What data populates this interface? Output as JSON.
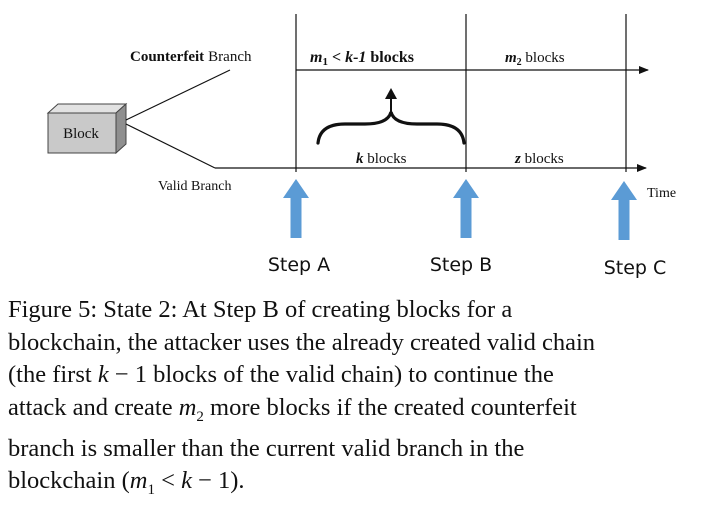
{
  "diagram": {
    "block_label": "Block",
    "counterfeit_bold": "Counterfeit",
    "counterfeit_rest": "Branch",
    "valid_branch": "Valid Branch",
    "time": "Time",
    "seg_top_1_a": "m",
    "seg_top_1_a_sub": "1",
    "seg_top_1_b": " < ",
    "seg_top_1_c": "k-1",
    "seg_top_1_d": " blocks",
    "seg_top_2_a": "m",
    "seg_top_2_a_sub": "2",
    "seg_top_2_b": " blocks",
    "seg_bot_1_a": "k",
    "seg_bot_1_b": " blocks",
    "seg_bot_2_a": "z",
    "seg_bot_2_b": " blocks",
    "step_a": "Step A",
    "step_b": "Step B",
    "step_c": "Step C"
  },
  "caption": {
    "line1": "Figure 5: State 2: At Step B of creating blocks for a",
    "line2": "blockchain, the attacker uses the already created valid chain",
    "line3_a": "(the first ",
    "line3_k": "k",
    "line3_b": " − 1 blocks of the valid chain) to continue the",
    "line4_a": "attack and create ",
    "line4_m": "m",
    "line4_sub": "2",
    "line4_b": " more blocks if the created counterfeit",
    "line5": "branch is smaller than the current valid branch in the",
    "line6_a": "blockchain (",
    "line6_m": "m",
    "line6_sub": "1",
    "line6_b": " < ",
    "line6_k": "k",
    "line6_c": " − 1)."
  },
  "colors": {
    "arrow_blue": "#5b9bd5",
    "block_face": "#c9c9c9",
    "block_top": "#e2e2e2",
    "block_side": "#8f8f8f",
    "line": "#111111"
  }
}
